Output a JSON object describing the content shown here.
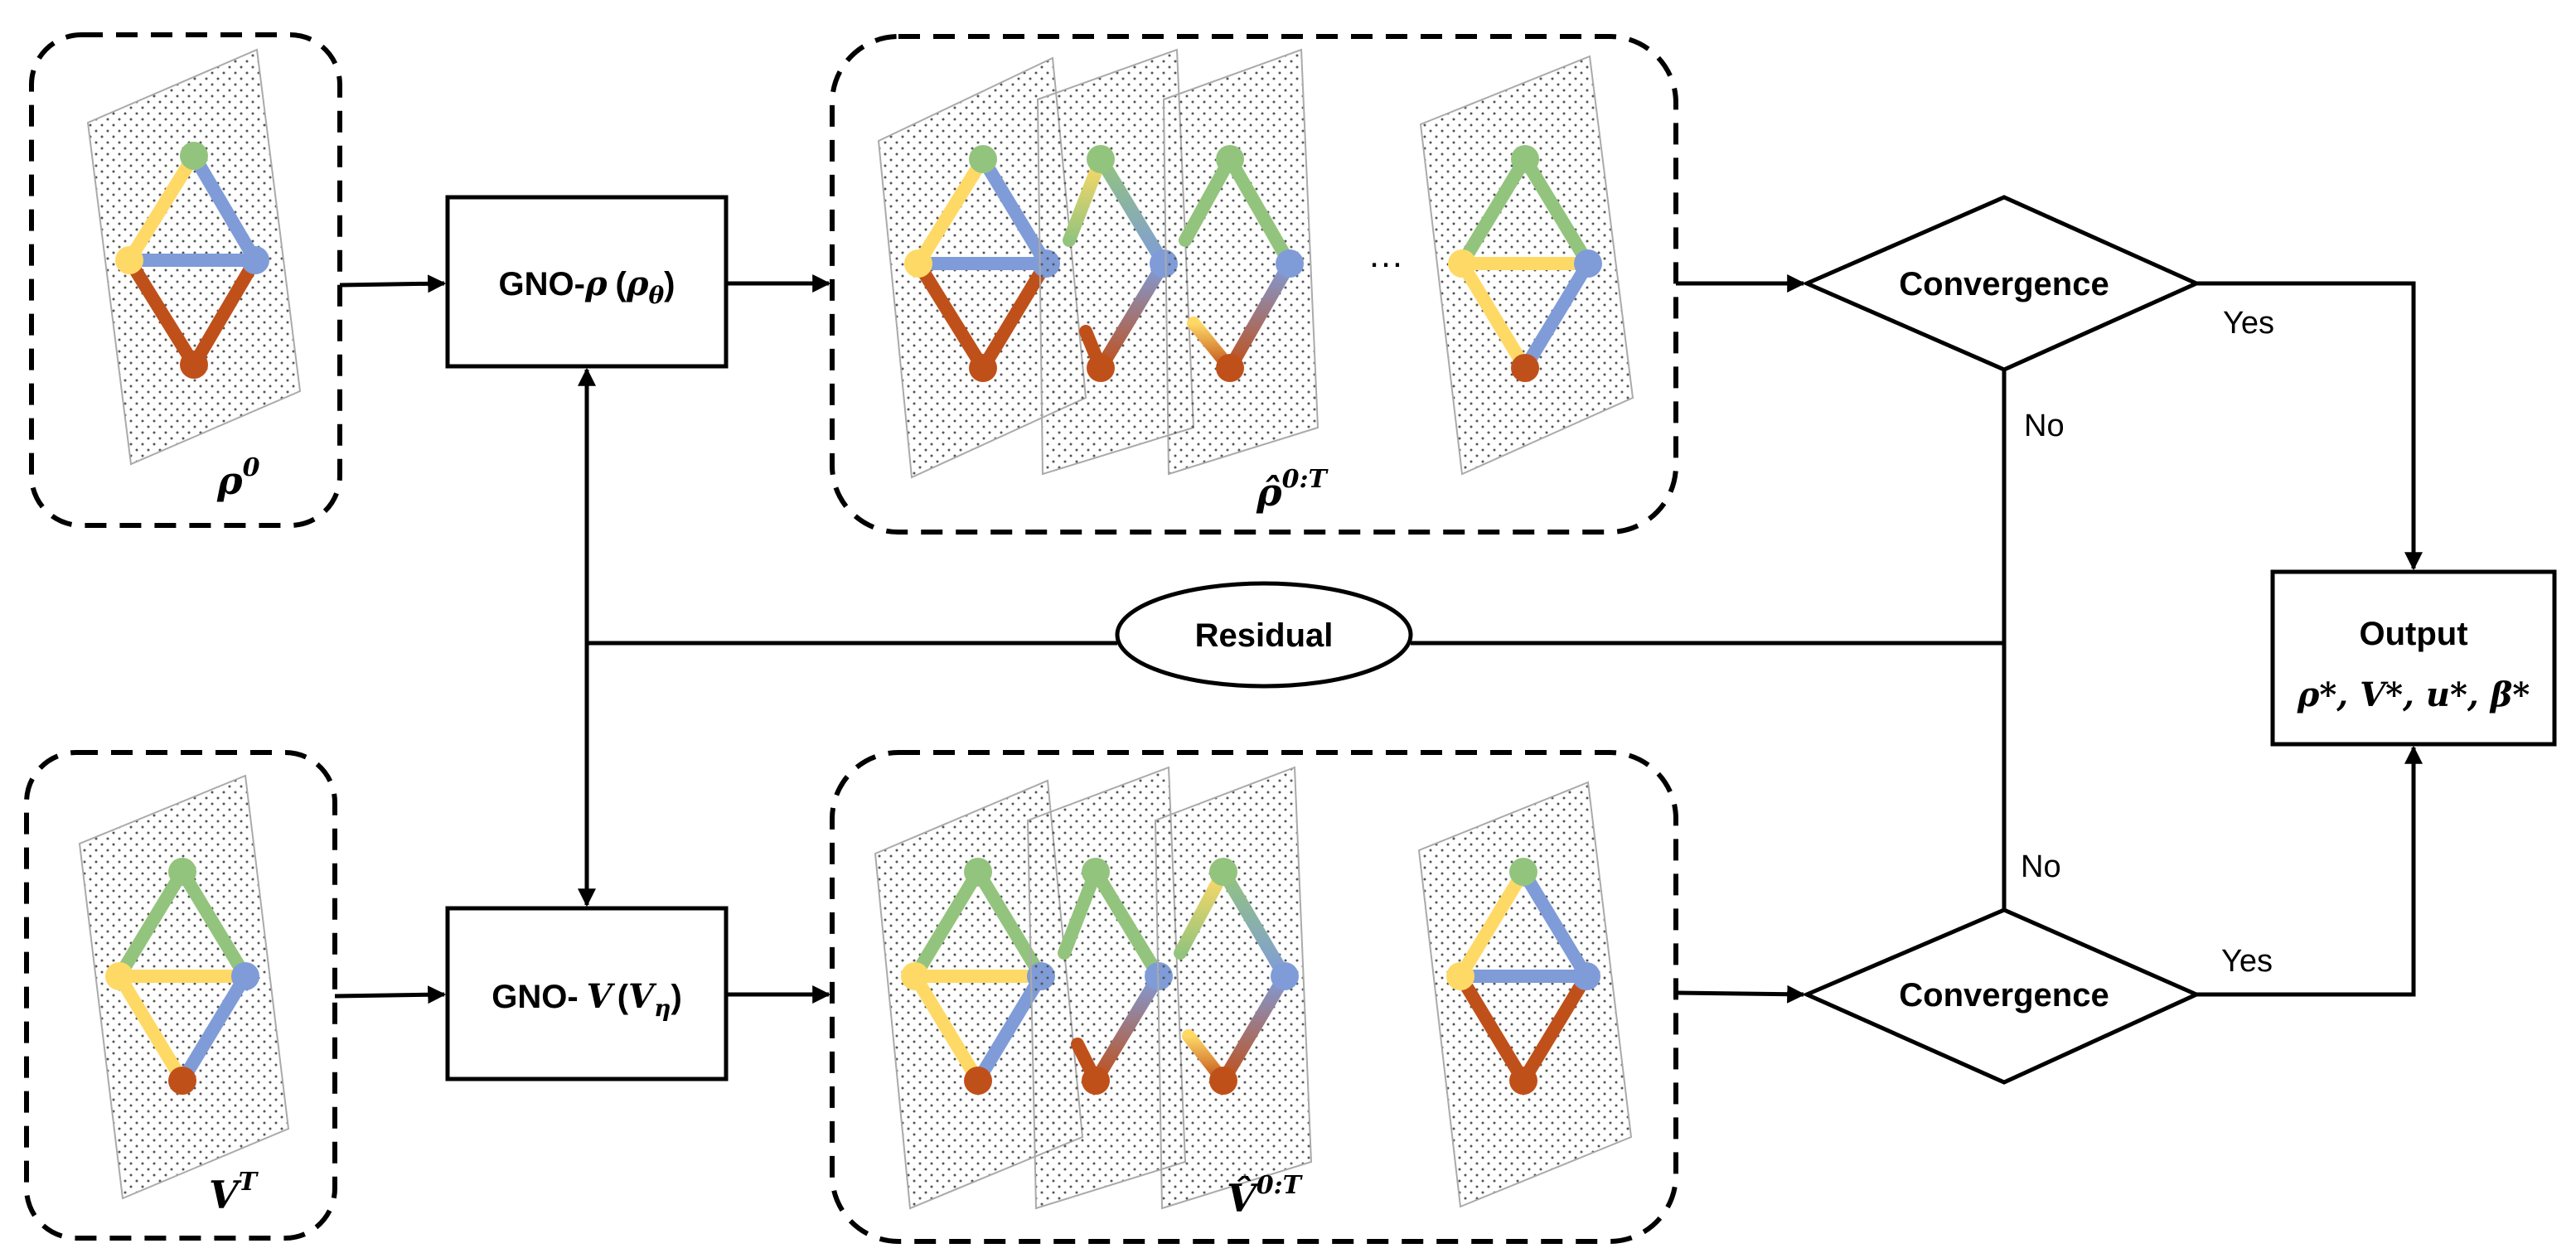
{
  "diagram": {
    "nodes": {
      "gno_rho": {
        "prefix": "GNO-",
        "sym": "ρ",
        "paren_open": "(",
        "param_base": "ρ",
        "param_sub": "θ",
        "paren_close": ")"
      },
      "gno_v": {
        "prefix": "GNO-",
        "sym": "V",
        "paren_open": "(",
        "param_base": "V",
        "param_sub": "η",
        "paren_close": ")"
      },
      "convergence_top": "Convergence",
      "convergence_bottom": "Convergence",
      "residual": "Residual",
      "output": {
        "title": "Output",
        "formula": "ρ*, V*, u*, β*"
      }
    },
    "input_labels": {
      "rho0": {
        "base": "ρ",
        "sup": "0"
      },
      "vT": {
        "base": "V",
        "sup": "T"
      }
    },
    "sequence_labels": {
      "rho_hat": {
        "base": "ρ̂",
        "sup": "0:T"
      },
      "v_hat": {
        "base": "V̂",
        "sup": "0:T"
      }
    },
    "ellipsis": "…",
    "edge_labels": {
      "yes_top": "Yes",
      "no_top": "No",
      "yes_bottom": "Yes",
      "no_bottom": "No"
    },
    "colors": {
      "green": "#93c47d",
      "yellow": "#ffd966",
      "blue": "#7f9cd9",
      "rust": "#c0501a",
      "border": "#000000"
    }
  }
}
